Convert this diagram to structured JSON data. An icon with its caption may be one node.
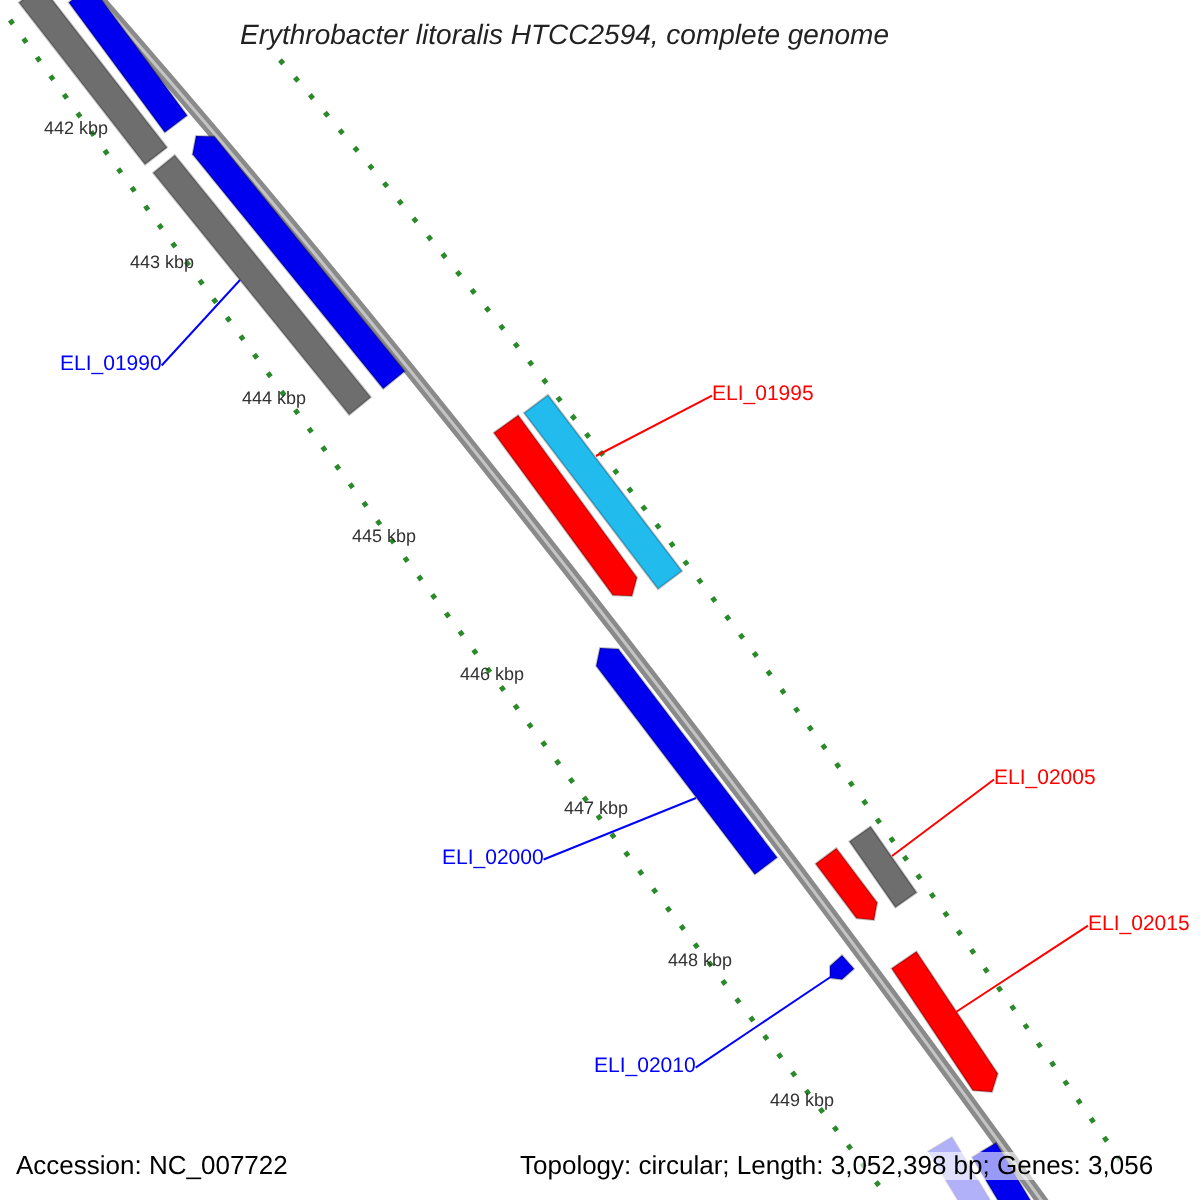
{
  "diagram": {
    "title": "Erythrobacter litoralis HTCC2594, complete genome",
    "nodes": [
      {
        "text": [
          "ELI_01990"
        ]
      },
      {
        "text": [],
        "shape": "bar"
      },
      {
        "text": [
          "ELI_01995"
        ]
      },
      {
        "text": [],
        "shape": "bar"
      },
      {
        "text": [
          "ELI_02000"
        ]
      },
      {
        "text": [],
        "shape": "bar"
      },
      {
        "text": [
          "ELI_02005"
        ]
      },
      {
        "text": [],
        "shape": "bar"
      },
      {
        "text": [
          "ELI_02010"
        ]
      },
      {
        "text": [],
        "shape": "bar"
      },
      {
        "text": [
          "ELI_02015"
        ]
      },
      {
        "text": [],
        "shape": "bar"
      },
      {
        "text": [],
        "shape": "bar"
      },
      {
        "text": [],
        "shape": "bar"
      },
      {
        "text": [],
        "shape": "bar"
      },
      {
        "text": [],
        "shape": "bar"
      },
      {
        "text": [],
        "shape": "bar"
      },
      {
        "text": [],
        "shape": "bar"
      },
      {
        "text": [],
        "shape": "bar"
      }
    ],
    "edges": [
      {
        "from": 0,
        "to": 1,
        "arrow": "none",
        "color": "#0000ff"
      },
      {
        "from": 2,
        "to": 3,
        "arrow": "none",
        "color": "#ff0000"
      },
      {
        "from": 4,
        "to": 5,
        "arrow": "none",
        "color": "#0000ff"
      },
      {
        "from": 6,
        "to": 7,
        "arrow": "none",
        "color": "#ff0000"
      },
      {
        "from": 8,
        "to": 9,
        "arrow": "none",
        "color": "#0000ff"
      },
      {
        "from": 10,
        "to": 11,
        "arrow": "none",
        "color": "#ff0000"
      }
    ],
    "labels": [
      "442 kbp",
      "443 kbp",
      "444 kbp",
      "445 kbp",
      "446 kbp",
      "447 kbp",
      "448 kbp",
      "449 kbp",
      "Accession: NC_007722",
      "Topology: circular; Length: 3,052,398 bp; Genes: 3,056"
    ]
  }
}
